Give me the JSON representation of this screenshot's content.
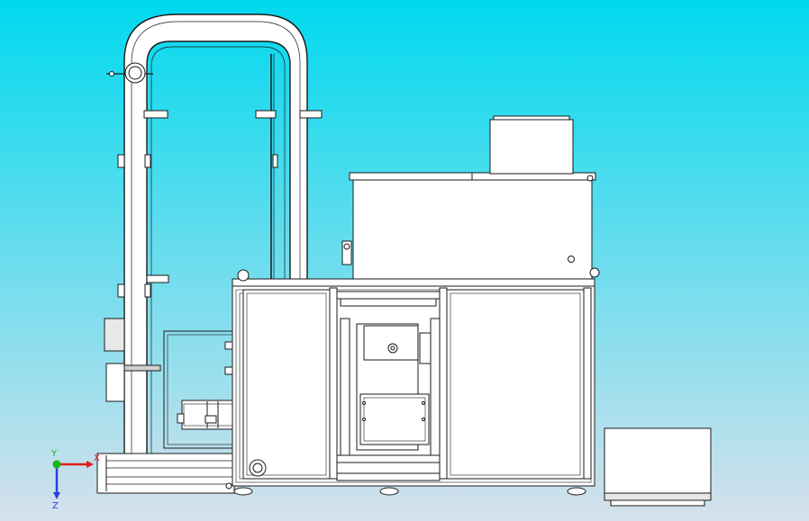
{
  "viewport": {
    "background_top": "#00d9ef",
    "background_bottom": "#d6e1ec",
    "part_fill": "#ffffff",
    "edge_color": "#1a1a1a",
    "shade_color": "#c9c9c9"
  },
  "triad": {
    "x_label": "X",
    "y_label": "Y",
    "z_label": "Z",
    "x_color": "#e31a1a",
    "y_color": "#17b517",
    "z_color": "#2a3ee0"
  }
}
